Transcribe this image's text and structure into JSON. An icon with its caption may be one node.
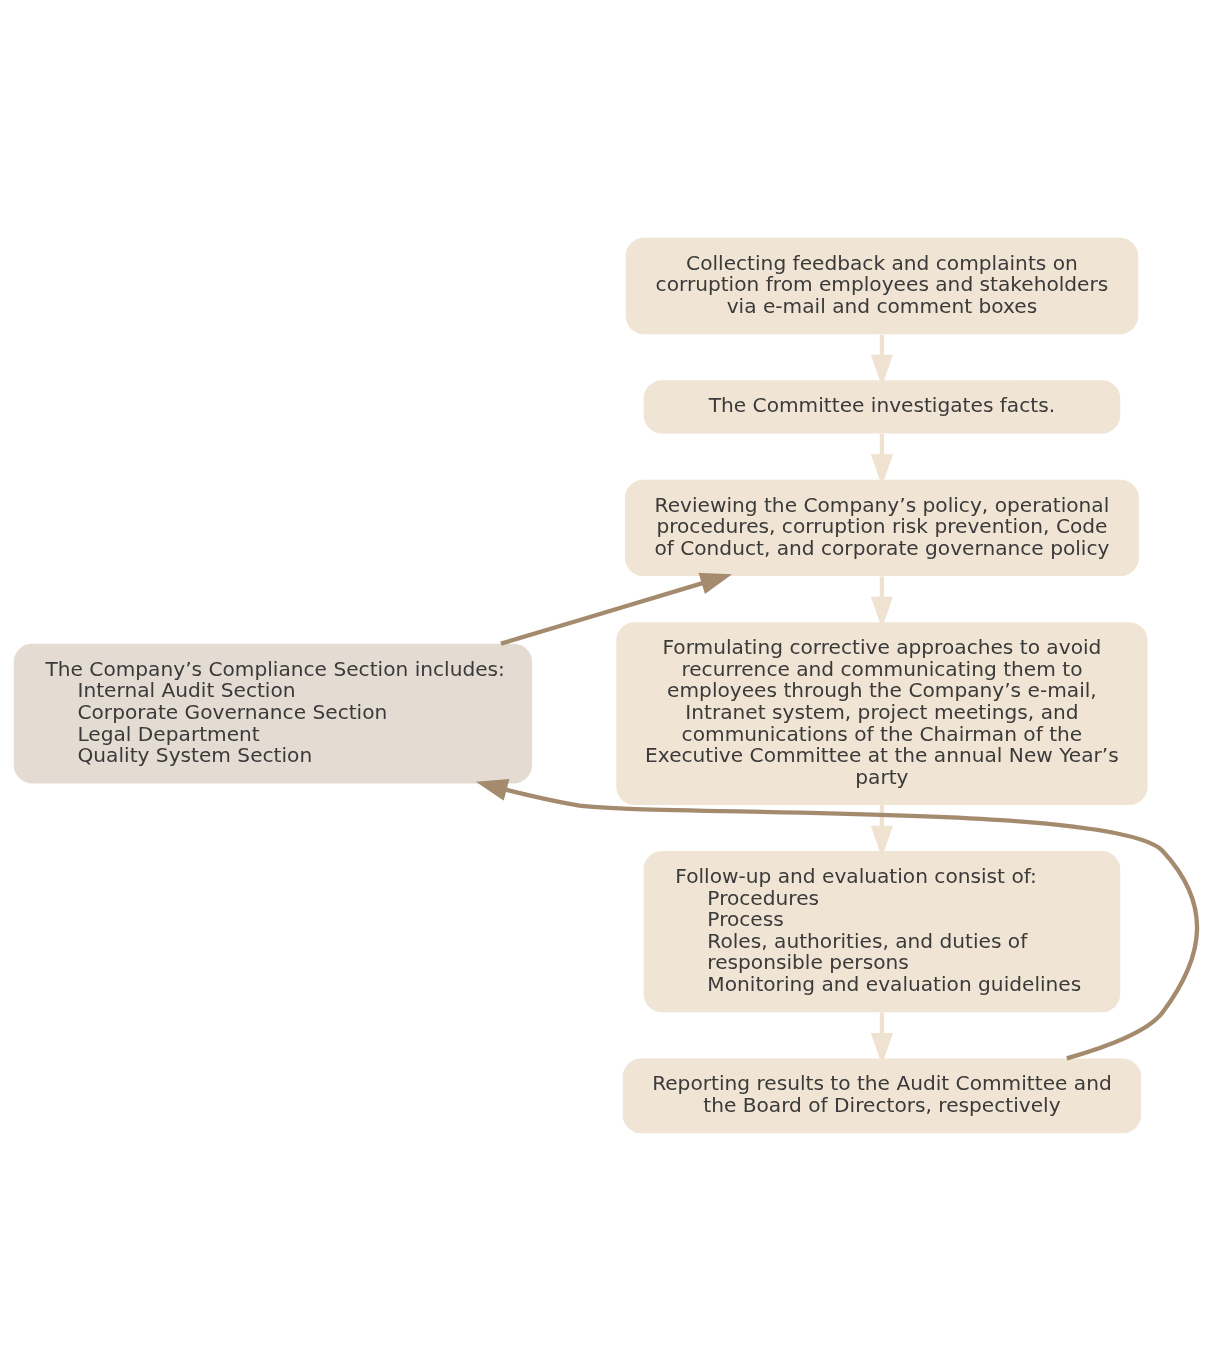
{
  "diagram": {
    "nodes": [
      {
        "text": [
          "Collecting feedback and complaints on corruption from employees and stakeholders via e-mail and comment boxes"
        ]
      },
      {
        "text": [
          "The Committee investigates facts."
        ]
      },
      {
        "text": [
          "Reviewing the Company’s policy, operational procedures, corruption risk prevention, Code of Conduct, and corporate governance policy"
        ]
      },
      {
        "text": [
          "Formulating corrective approaches to avoid recurrence and communicating them to employees through the Company’s e-mail, Intranet system, project meetings, and communications of the Chairman of the Executive Committee at the annual New Year’s party"
        ]
      },
      {
        "text": [
          "Follow-up and evaluation consist of:",
          "Procedures",
          "Process",
          "Roles, authorities, and duties of responsible persons",
          "Monitoring and evaluation guidelines"
        ]
      },
      {
        "text": [
          "Reporting results to the Audit Committee and the Board of Directors, respectively"
        ]
      },
      {
        "text": [
          "The Company’s Compliance Section includes:",
          "Internal Audit Section",
          "Corporate Governance Section",
          "Legal Department",
          "Quality System Section"
        ]
      }
    ],
    "edges": [
      {
        "from": 0,
        "to": 1,
        "arrow": "to"
      },
      {
        "from": 1,
        "to": 2,
        "arrow": "to"
      },
      {
        "from": 2,
        "to": 3,
        "arrow": "to"
      },
      {
        "from": 3,
        "to": 4,
        "arrow": "to"
      },
      {
        "from": 4,
        "to": 5,
        "arrow": "to"
      },
      {
        "from": 5,
        "to": 6,
        "arrow": "to",
        "color": "#a58b6e"
      },
      {
        "from": 6,
        "to": 2,
        "arrow": "to",
        "color": "#a58b6e"
      }
    ]
  }
}
